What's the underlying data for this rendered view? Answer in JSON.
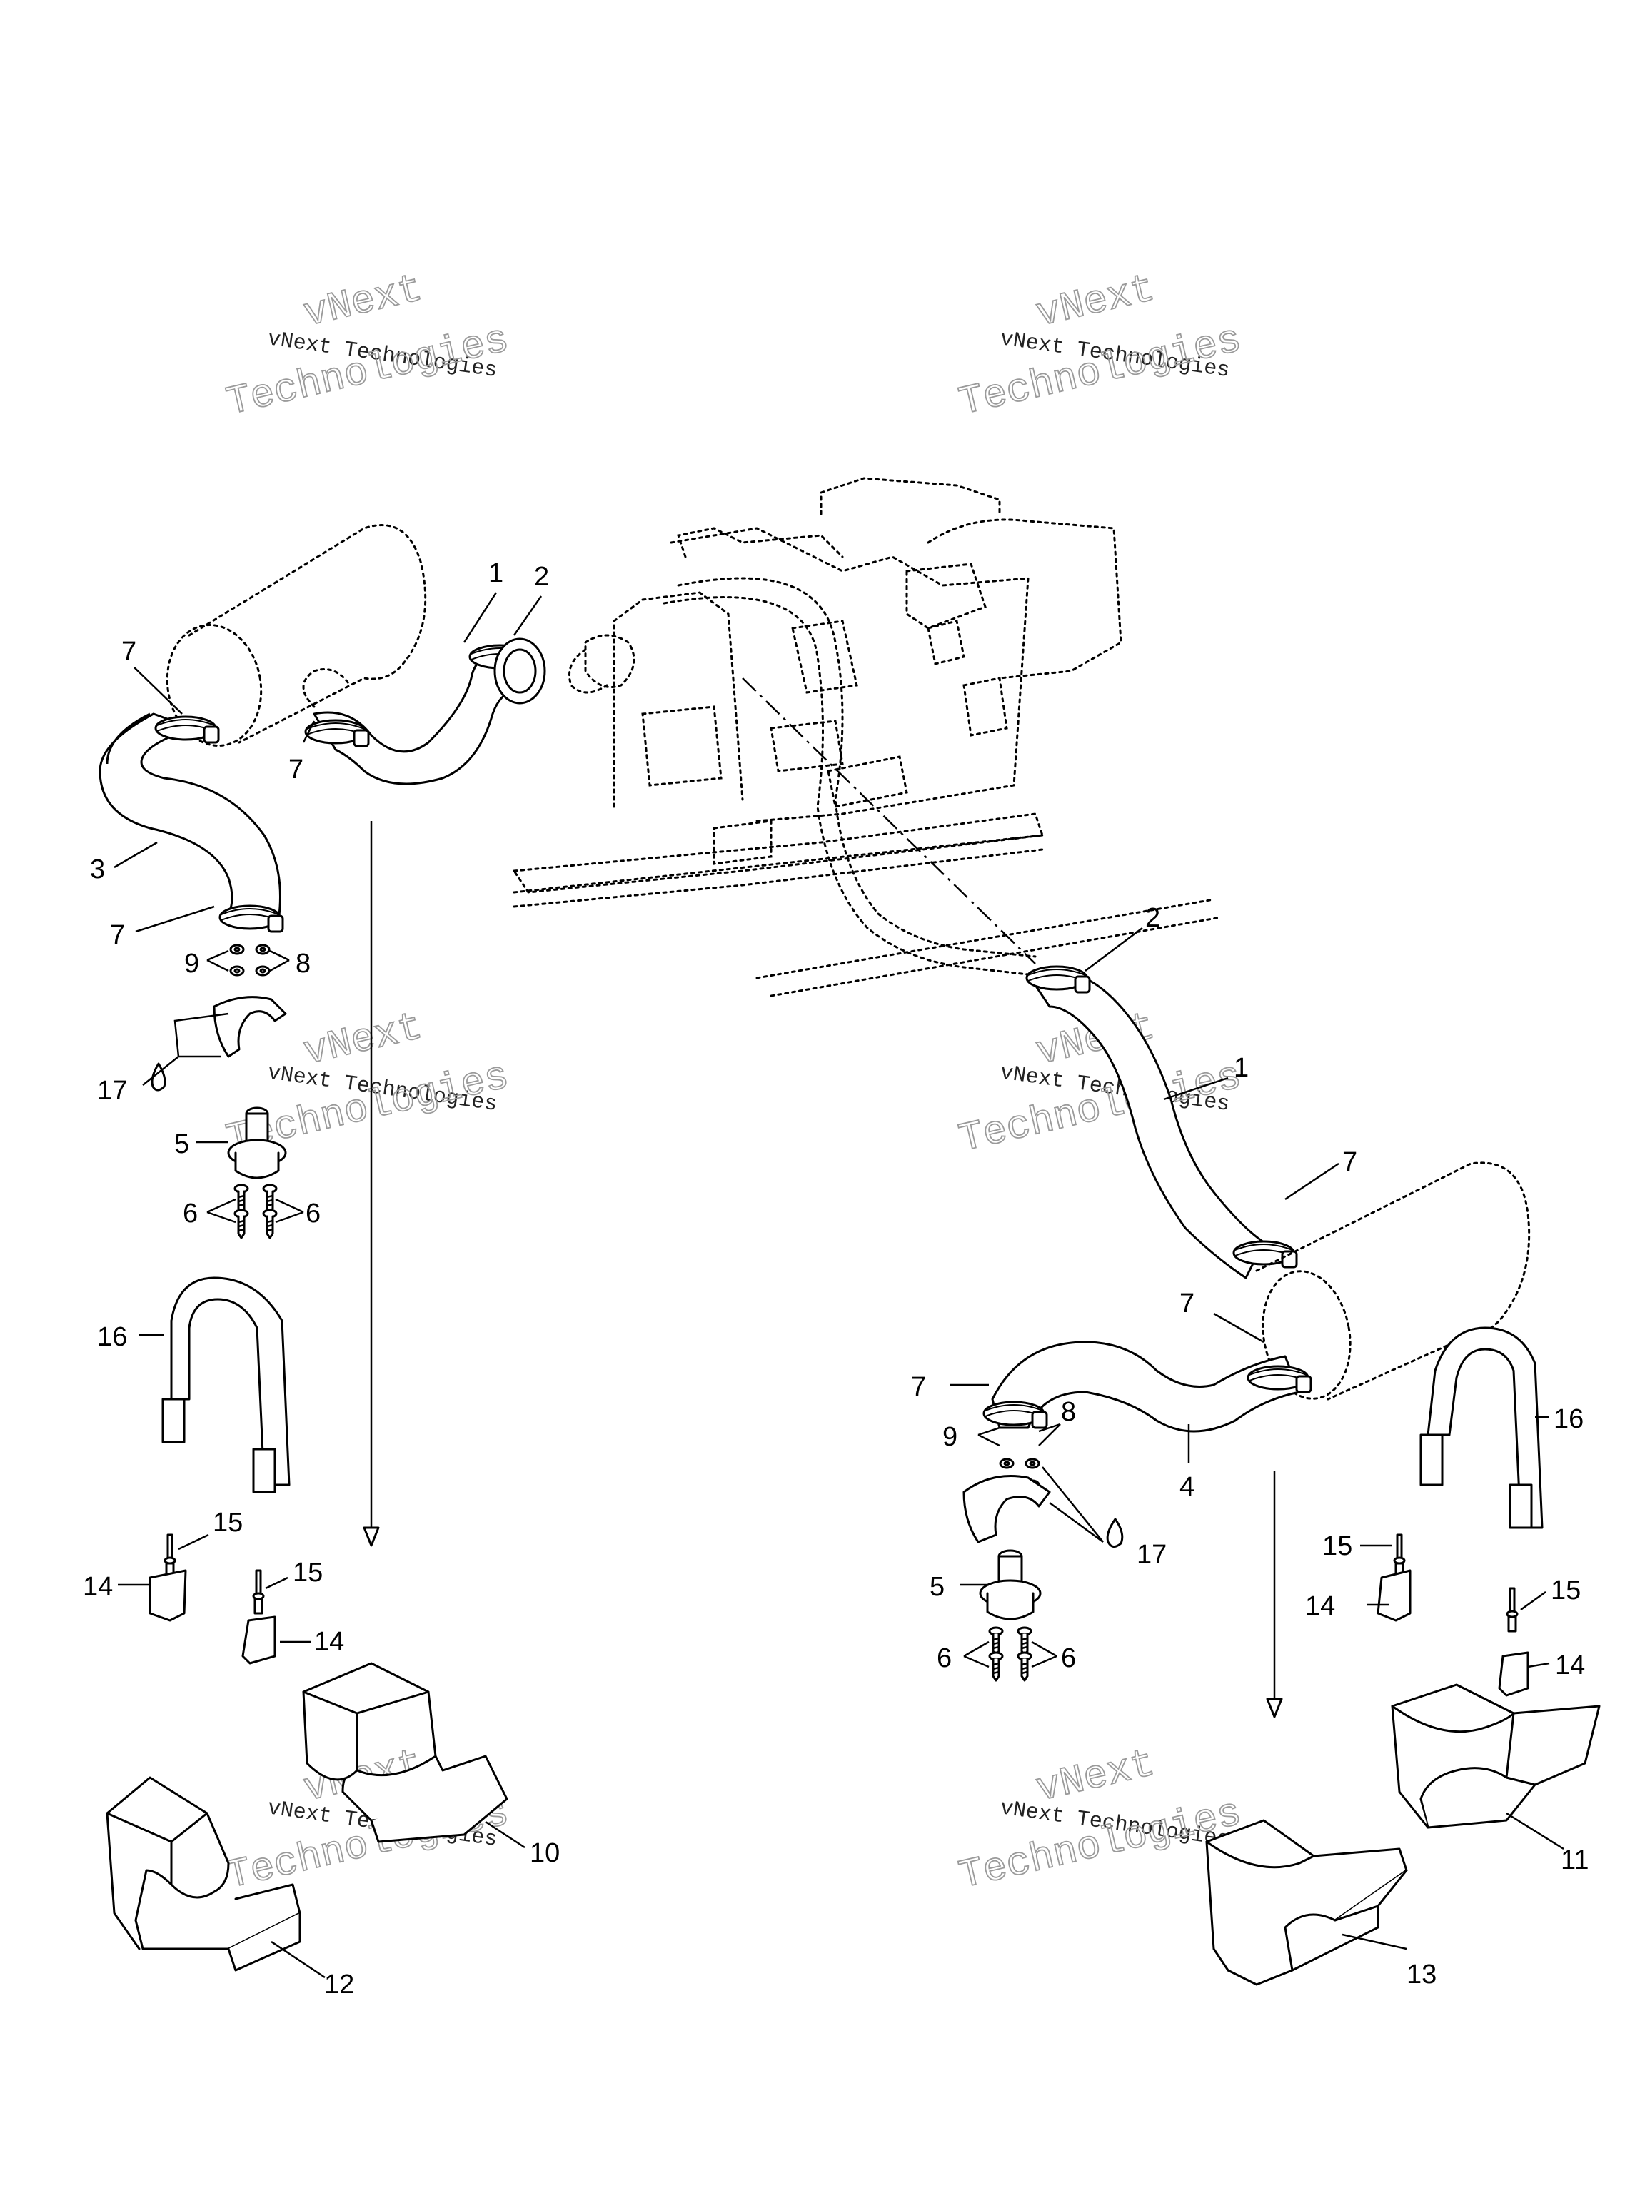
{
  "watermark": {
    "line1": "vNext",
    "line2": "vNext Technologies",
    "line3": "Technologies"
  },
  "callouts": {
    "c1": "1",
    "c2": "2",
    "c3": "3",
    "c4": "4",
    "c5": "5",
    "c6": "6",
    "c7": "7",
    "c8": "8",
    "c9": "9",
    "c10": "10",
    "c11": "11",
    "c12": "12",
    "c13": "13",
    "c14": "14",
    "c15": "15",
    "c16": "16",
    "c17": "17"
  }
}
